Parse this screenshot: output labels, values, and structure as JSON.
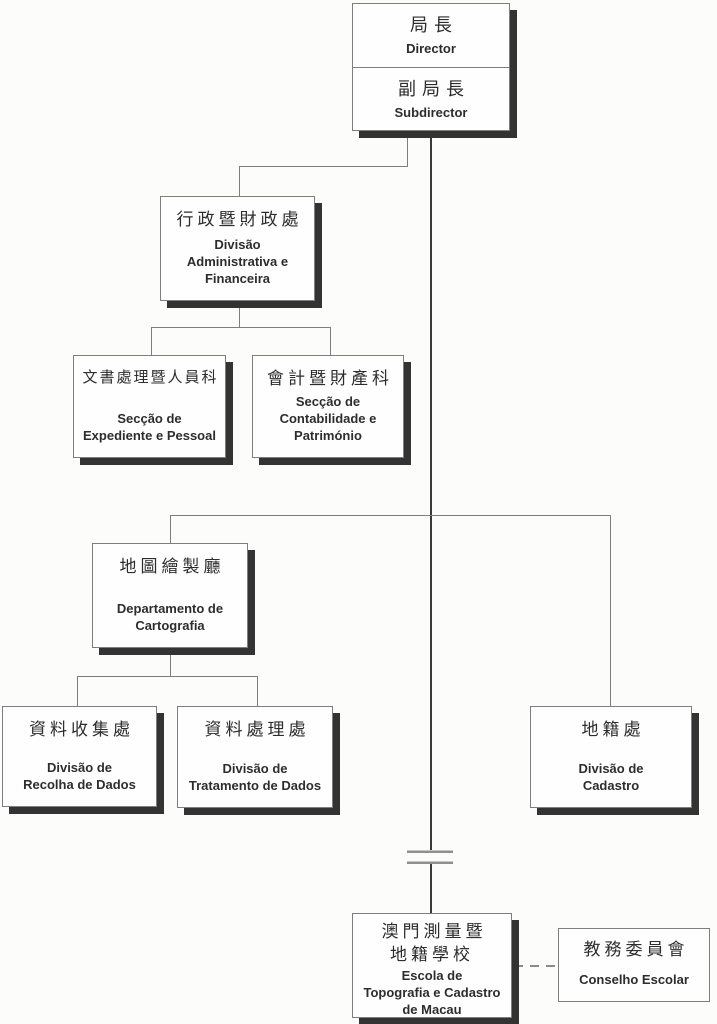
{
  "diagram": {
    "type": "org-chart",
    "nodes": {
      "director": {
        "zh": "局長",
        "pt": "Director"
      },
      "subdirector": {
        "zh": "副局長",
        "pt": "Subdirector"
      },
      "div_adm_fin": {
        "zh": "行政暨財政處",
        "pt": "Divisão\nAdministrativa e\nFinanceira"
      },
      "sec_exp_pes": {
        "zh": "文書處理暨人員科",
        "pt": "Secção de\nExpediente e Pessoal"
      },
      "sec_cont_pat": {
        "zh": "會計暨財產科",
        "pt": "Secção de\nContabilidade e\nPatrimónio"
      },
      "dep_cart": {
        "zh": "地圖繪製廳",
        "pt": "Departamento de\nCartografia"
      },
      "div_recolha": {
        "zh": "資料收集處",
        "pt": "Divisão de\nRecolha de Dados"
      },
      "div_trat": {
        "zh": "資料處理處",
        "pt": "Divisão de\nTratamento de Dados"
      },
      "div_cadastro": {
        "zh": "地籍處",
        "pt": "Divisão de\nCadastro"
      },
      "escola": {
        "zh": "澳門測量暨\n地籍學校",
        "pt": "Escola de\nTopografia e Cadastro\nde Macau"
      },
      "conselho": {
        "zh": "教務委員會",
        "pt": "Conselho Escolar"
      }
    },
    "edges": [
      {
        "from": "director",
        "to": "div_adm_fin",
        "style": "solid"
      },
      {
        "from": "div_adm_fin",
        "to": "sec_exp_pes",
        "style": "solid"
      },
      {
        "from": "div_adm_fin",
        "to": "sec_cont_pat",
        "style": "solid"
      },
      {
        "from": "director",
        "to": "dep_cart",
        "style": "solid"
      },
      {
        "from": "director",
        "to": "div_cadastro",
        "style": "solid"
      },
      {
        "from": "dep_cart",
        "to": "div_recolha",
        "style": "solid"
      },
      {
        "from": "dep_cart",
        "to": "div_trat",
        "style": "solid"
      },
      {
        "from": "director",
        "to": "escola",
        "style": "solid-with-break"
      },
      {
        "from": "escola",
        "to": "conselho",
        "style": "dashed"
      }
    ],
    "colors": {
      "background": "#fcfcfa",
      "box_fill": "#fefefe",
      "box_border": "#7e7e7e",
      "box_shadow": "#333333",
      "line": "#7e7e7e",
      "trunk": "#3a3a3a",
      "break_bar": "#8f8f8f",
      "dash": "#8a8a8a",
      "text": "#2d2d2d"
    }
  }
}
